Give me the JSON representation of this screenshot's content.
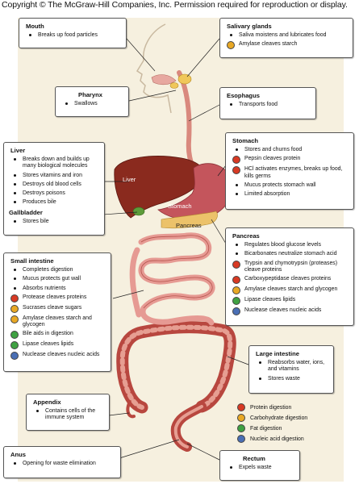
{
  "copyright": "Copyright © The McGraw-Hill Companies, Inc. Permission required for reproduction or display.",
  "colors": {
    "protein": "#d83a24",
    "carbohydrate": "#e8a825",
    "fat": "#3fa142",
    "nucleic": "#4a6fb5"
  },
  "organ_labels": {
    "liver": "Liver",
    "stomach": "Stomach",
    "pancreas": "Pancreas"
  },
  "mouth": {
    "title": "Mouth",
    "items": [
      "Breaks up food particles"
    ]
  },
  "salivary": {
    "title": "Salivary glands",
    "items": [
      "Saliva moistens and lubricates food",
      "Amylase cleaves starch"
    ]
  },
  "pharynx": {
    "title": "Pharynx",
    "items": [
      "Swallows"
    ]
  },
  "esophagus": {
    "title": "Esophagus",
    "items": [
      "Transports food"
    ]
  },
  "liver": {
    "title": "Liver",
    "items": [
      "Breaks down and builds up many biological molecules",
      "Stores vitamins and iron",
      "Destroys old blood cells",
      "Destroys poisons",
      "Produces bile"
    ]
  },
  "gallbladder": {
    "title": "Gallbladder",
    "items": [
      "Stores bile"
    ]
  },
  "stomach": {
    "title": "Stomach",
    "items": [
      "Stores and churns food",
      "Pepsin cleaves protein",
      "HCl activates enzymes, breaks up food, kills germs",
      "Mucus protects stomach wall",
      "Limited absorption"
    ]
  },
  "pancreas": {
    "title": "Pancreas",
    "items": [
      "Regulates blood glucose levels",
      "Bicarbonates neutralize stomach acid",
      "Trypsin and chymotrypsin (proteases) cleave proteins",
      "Carboxypeptidase cleaves proteins",
      "Amylase cleaves starch and glycogen",
      "Lipase cleaves lipids",
      "Nuclease cleaves nucleic acids"
    ]
  },
  "small_intestine": {
    "title": "Small intestine",
    "items": [
      "Completes digestion",
      "Mucus protects gut wall",
      "Absorbs nutrients",
      "Protease cleaves proteins",
      "Sucrases cleave sugars",
      "Amylase cleaves starch and glycogen",
      "Bile aids in digestion",
      "Lipase cleaves lipids",
      "Nuclease cleaves nucleic acids"
    ]
  },
  "large_intestine": {
    "title": "Large intestine",
    "items": [
      "Reabsorbs water, ions, and vitamins",
      "Stores waste"
    ]
  },
  "appendix": {
    "title": "Appendix",
    "items": [
      "Contains cells of the immune system"
    ]
  },
  "anus": {
    "title": "Anus",
    "items": [
      "Opening for waste elimination"
    ]
  },
  "rectum": {
    "title": "Rectum",
    "items": [
      "Expels waste"
    ]
  },
  "legend": {
    "items": [
      "Protein digestion",
      "Carbohydrate digestion",
      "Fat digestion",
      "Nucleic acid digestion"
    ]
  }
}
